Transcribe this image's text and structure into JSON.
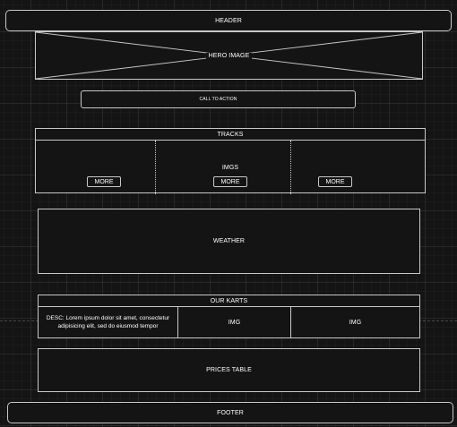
{
  "header": {
    "label": "HEADER"
  },
  "hero": {
    "label": "HERO IMAGE"
  },
  "cta": {
    "label": "CALL TO ACTION"
  },
  "tracks": {
    "title": "TRACKS",
    "imgs_label": "IMGS",
    "buttons": [
      "MORE",
      "MORE",
      "MORE"
    ]
  },
  "weather": {
    "label": "WEATHER"
  },
  "karts": {
    "title": "OUR KARTS",
    "desc": "DESC: Lorem ipsum dolor sit amet, consectetur adipisicing elit, sed do eiusmod tempor",
    "img1": "IMG",
    "img2": "IMG"
  },
  "prices": {
    "label": "PRICES TABLE"
  },
  "footer": {
    "label": "FOOTER"
  }
}
